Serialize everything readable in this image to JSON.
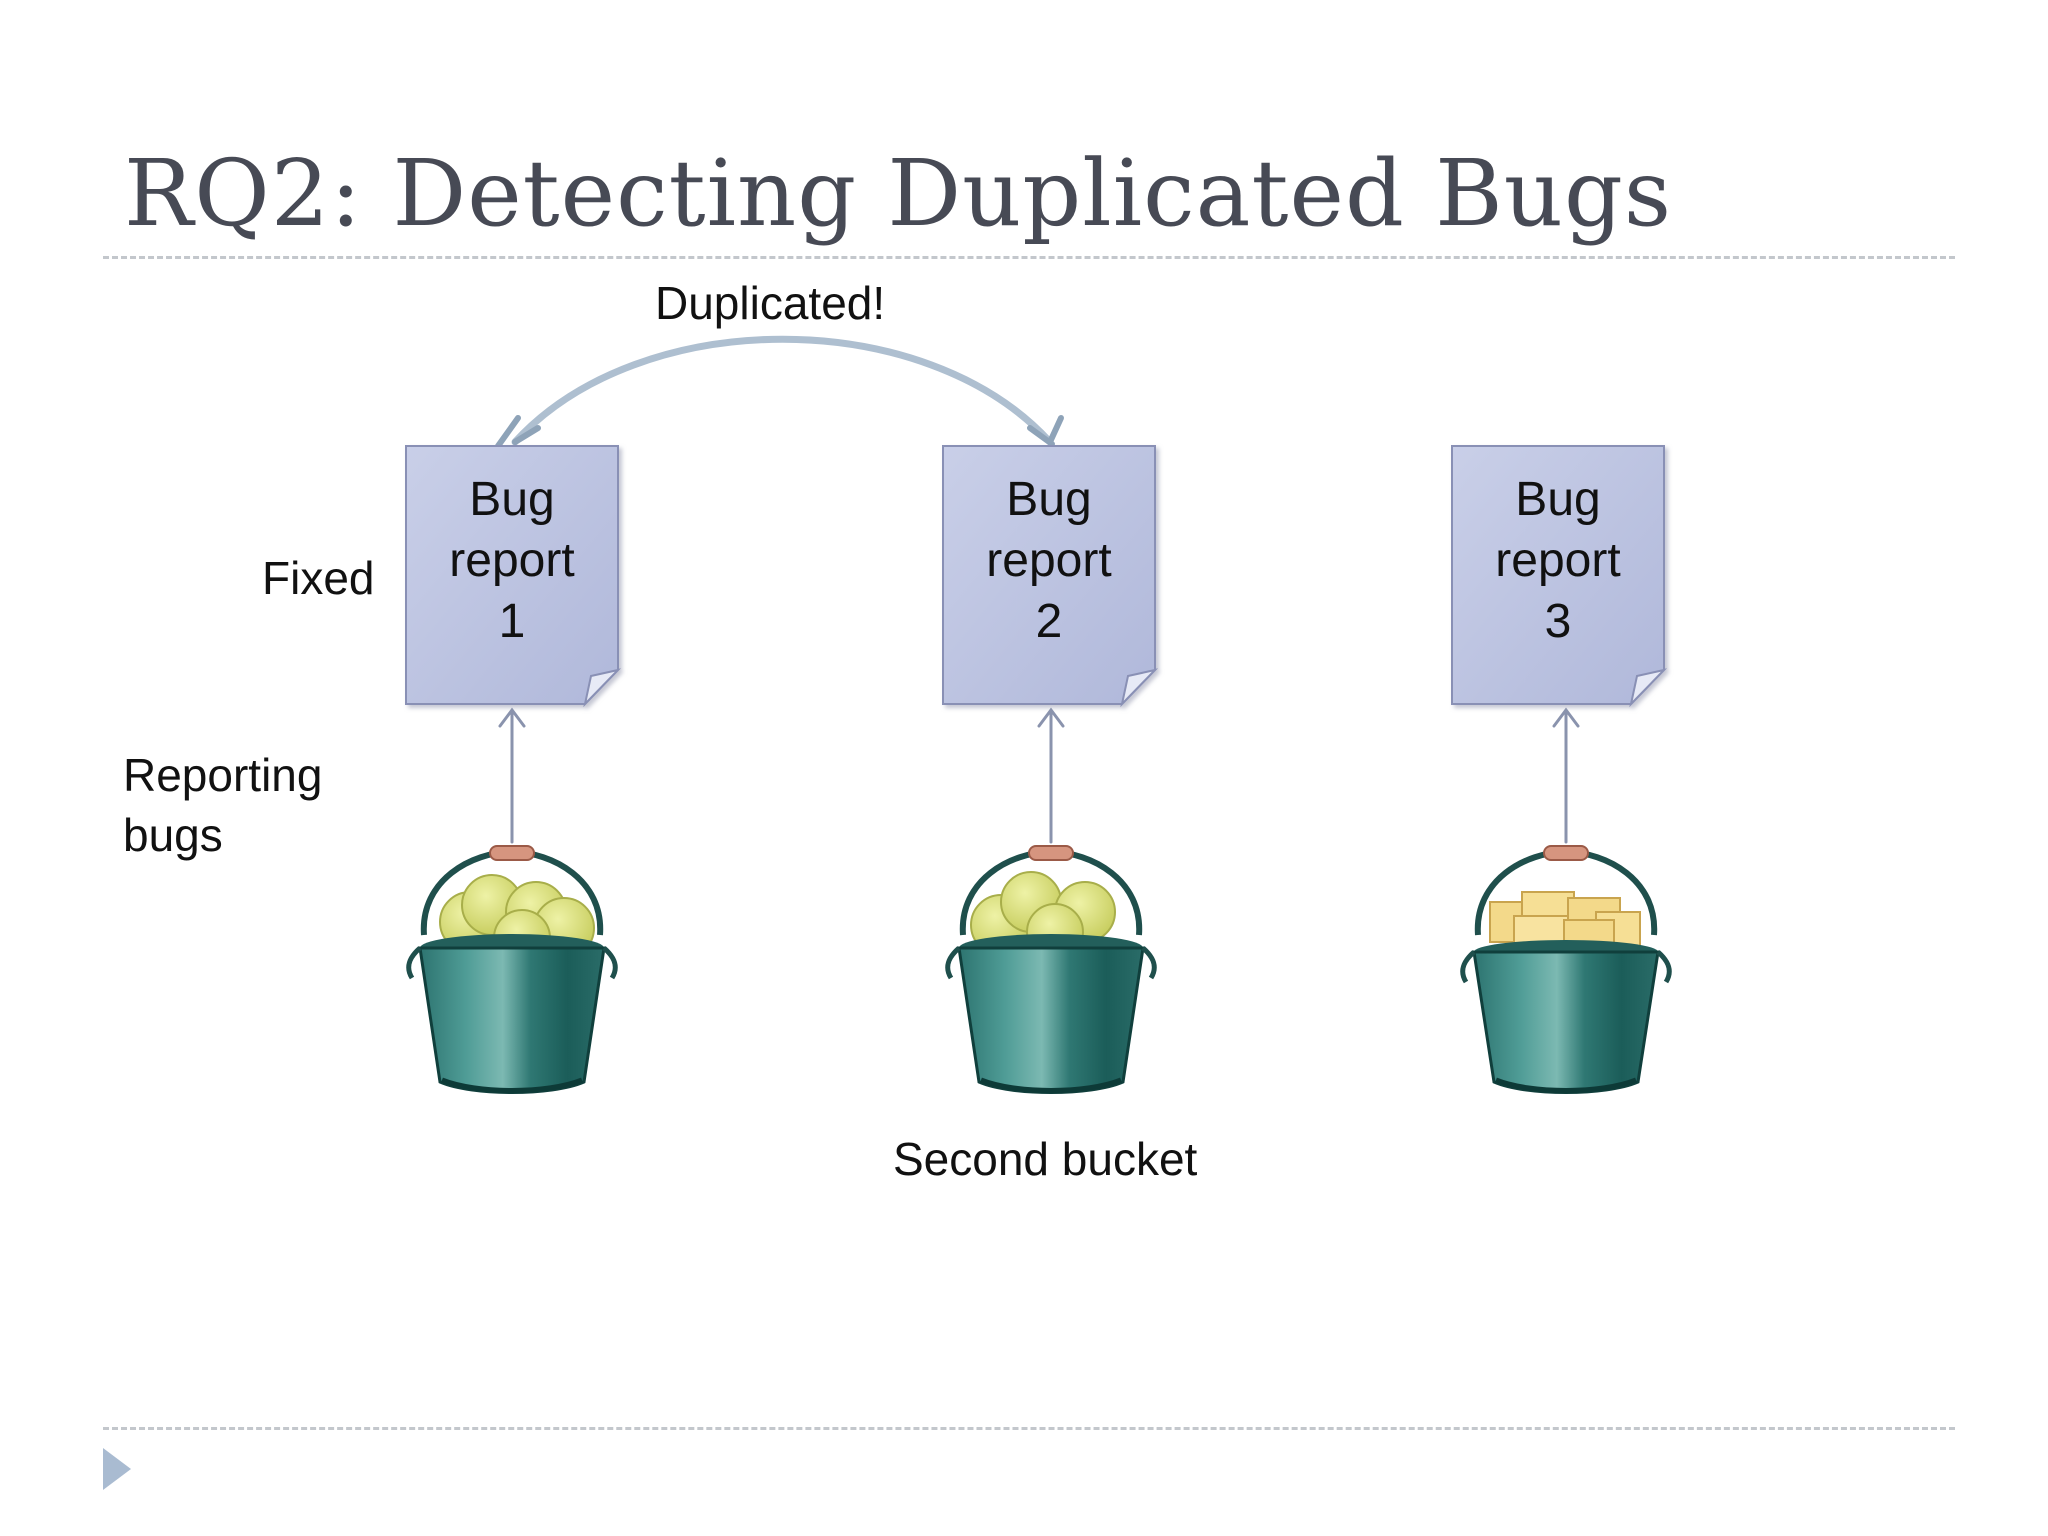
{
  "slide": {
    "title": "RQ2: Detecting Duplicated Bugs"
  },
  "annotations": {
    "duplicated": "Duplicated!",
    "fixed": "Fixed",
    "reporting_line1": "Reporting",
    "reporting_line2": "bugs",
    "second_bucket": "Second bucket"
  },
  "reports": [
    {
      "line1": "Bug",
      "line2": "report",
      "line3": "1"
    },
    {
      "line1": "Bug",
      "line2": "report",
      "line3": "2"
    },
    {
      "line1": "Bug",
      "line2": "report",
      "line3": "3"
    }
  ],
  "buckets": [
    {
      "contents": "balls"
    },
    {
      "contents": "balls"
    },
    {
      "contents": "notes"
    }
  ],
  "colors": {
    "title": "#474a55",
    "report_fill": "#bcc3e1",
    "report_stroke": "#8990b5",
    "arrow": "#8a93ad",
    "curve_arrow": "#aebfd0",
    "bucket_teal": "#3e8a85",
    "bucket_dark": "#14524e",
    "ball": "#d9df7a",
    "note": "#f3d98a",
    "nav_triangle": "#a9bbd1"
  },
  "icons": {
    "nav": "play-triangle-icon"
  }
}
